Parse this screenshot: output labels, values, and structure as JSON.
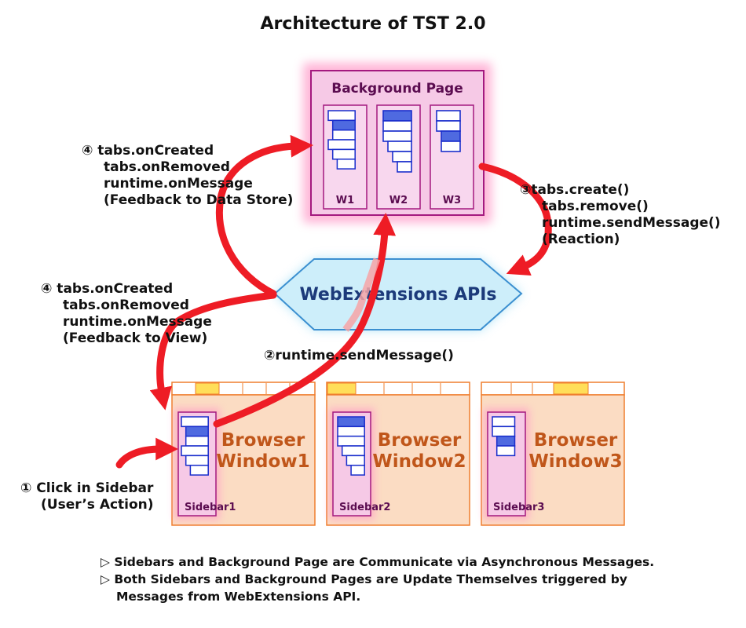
{
  "title": "Architecture of TST 2.0",
  "background_page": {
    "label": "Background Page",
    "windows": [
      "W1",
      "W2",
      "W3"
    ]
  },
  "api": {
    "label": "WebExtensions APIs"
  },
  "browser_windows": [
    {
      "line1": "Browser",
      "line2": "Window1",
      "sidebar": "Sidebar1"
    },
    {
      "line1": "Browser",
      "line2": "Window2",
      "sidebar": "Sidebar2"
    },
    {
      "line1": "Browser",
      "line2": "Window3",
      "sidebar": "Sidebar3"
    }
  ],
  "steps": {
    "step1": {
      "line1": "① Click in Sidebar",
      "line2": "(User’s Action)"
    },
    "step2": {
      "line1": "②runtime.sendMessage()"
    },
    "step3": {
      "num": "③",
      "line1": "tabs.create()",
      "line2": "tabs.remove()",
      "line3": "runtime.sendMessage()",
      "line4": "(Reaction)"
    },
    "step4a": {
      "line1": "④ tabs.onCreated",
      "line2": "tabs.onRemoved",
      "line3": "runtime.onMessage",
      "line4": "(Feedback to Data Store)"
    },
    "step4b": {
      "line1": "④ tabs.onCreated",
      "line2": "tabs.onRemoved",
      "line3": "runtime.onMessage",
      "line4": "(Feedback to View)"
    }
  },
  "notes": {
    "note1": "▷ Sidebars and Background Page are Communicate via Asynchronous Messages.",
    "note2": "▷ Both Sidebars and Background Pages are Update Themselves triggered by",
    "note3": "Messages from WebExtensions API."
  },
  "colors": {
    "arrow": "#ee1c25",
    "pink_fill": "#f6c9e6",
    "pink_stroke": "#a4197f",
    "api_fill": "#cdeefa",
    "api_stroke": "#3b8fd0",
    "window_fill": "#fbdcc3",
    "window_stroke": "#ef7f2f",
    "window_text": "#c0561a",
    "tab_active": "#ffde59",
    "tab_blue": "#4f6ae0",
    "dark_purple": "#5b0c50"
  }
}
